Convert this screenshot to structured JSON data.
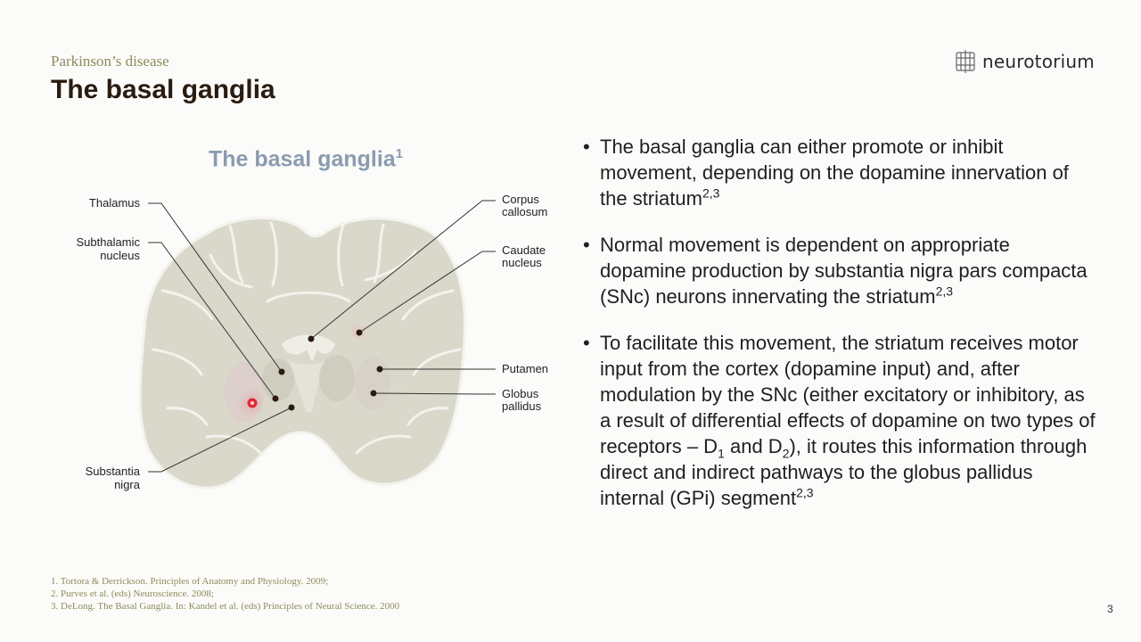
{
  "header": {
    "kicker": "Parkinson’s disease",
    "title": "The basal ganglia",
    "logo_text": "neurotorium"
  },
  "diagram": {
    "title": "The basal ganglia",
    "title_sup": "1",
    "labels": {
      "thalamus": "Thalamus",
      "subthalamic_1": "Subthalamic",
      "subthalamic_2": "nucleus",
      "substantia_1": "Substantia",
      "substantia_2": "nigra",
      "corpus_1": "Corpus",
      "corpus_2": "callosum",
      "caudate_1": "Caudate",
      "caudate_2": "nucleus",
      "putamen": "Putamen",
      "globus_1": "Globus",
      "globus_2": "pallidus"
    },
    "colors": {
      "tissue": "#d9d8cb",
      "outline": "#f3f3ee",
      "marker": "#e02a36"
    }
  },
  "bullets": [
    {
      "parts": [
        {
          "t": "text",
          "v": "The basal ganglia can either promote or inhibit movement, depending on the dopamine innervation of the striatum"
        },
        {
          "t": "sup",
          "v": "2,3"
        }
      ]
    },
    {
      "parts": [
        {
          "t": "text",
          "v": "Normal movement is dependent on appropriate dopamine production by substantia nigra pars compacta (SNc) neurons innervating the striatum"
        },
        {
          "t": "sup",
          "v": "2,3"
        }
      ]
    },
    {
      "parts": [
        {
          "t": "text",
          "v": "To facilitate this movement, the striatum receives motor input from the cortex (dopamine input) and, after modulation by the SNc (either excitatory or inhibitory, as a result of differential effects of dopamine on two types of receptors – D"
        },
        {
          "t": "sub",
          "v": "1"
        },
        {
          "t": "text",
          "v": " and D"
        },
        {
          "t": "sub",
          "v": "2"
        },
        {
          "t": "text",
          "v": "), it routes this information through direct and indirect pathways to the globus pallidus internal (GPi) segment"
        },
        {
          "t": "sup",
          "v": "2,3"
        }
      ]
    }
  ],
  "references": [
    "1. Tortora & Derrickson. Principles of Anatomy and Physiology. 2009;",
    "2. Purves et al. (eds) Neuroscience. 2008;",
    "3. DeLong. The Basal Ganglia. In: Kandel et al. (eds) Principles of Neural Science. 2000"
  ],
  "page_number": "3"
}
